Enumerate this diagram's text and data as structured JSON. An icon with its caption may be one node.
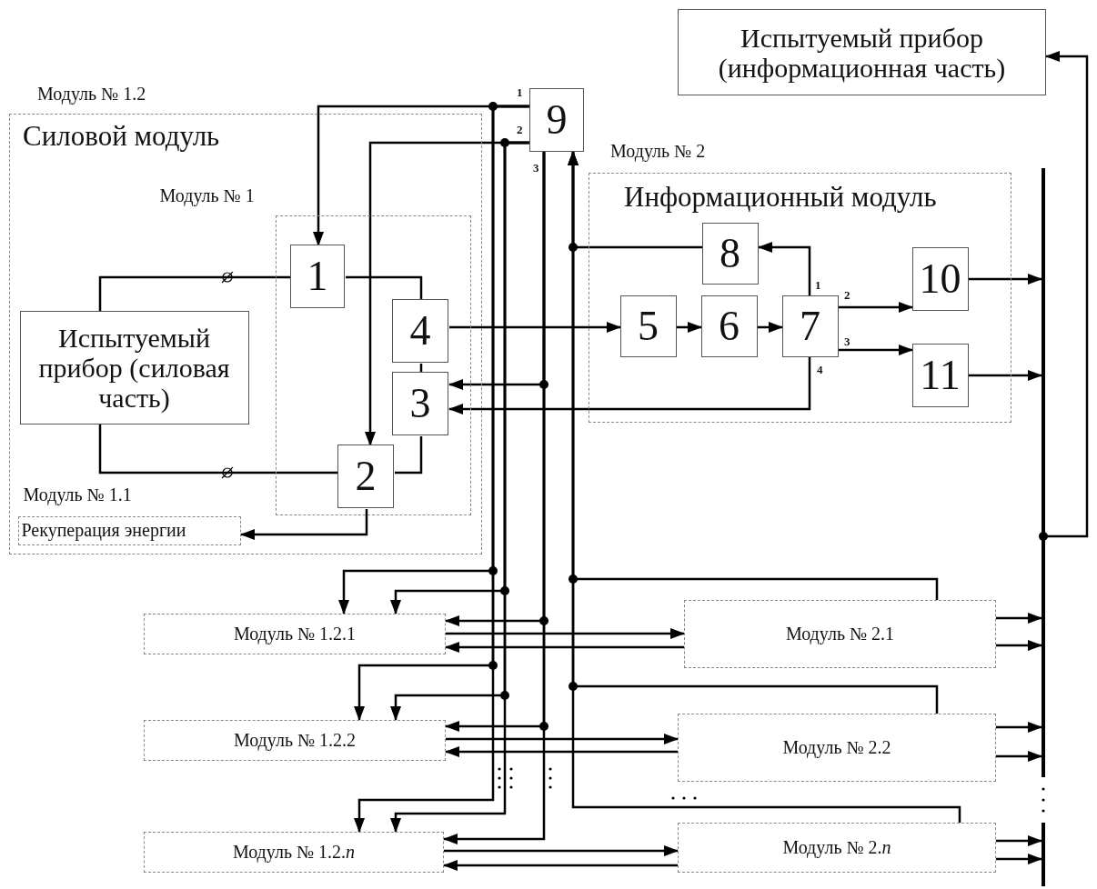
{
  "diagram": {
    "nodes": [
      {
        "text": [
          "Испытуемый прибор (информационная часть)"
        ]
      },
      {
        "text": [
          "Модуль № 1.2",
          "Силовой модуль"
        ]
      },
      {
        "text": [
          "Модуль № 1"
        ],
        "in": 1
      },
      {
        "text": [
          "1"
        ],
        "in": 2
      },
      {
        "text": [
          "4"
        ],
        "in": 2
      },
      {
        "text": [
          "3"
        ],
        "in": 2
      },
      {
        "text": [
          "2"
        ],
        "in": 2
      },
      {
        "text": [
          "Испытуемый прибор (силовая часть)"
        ],
        "in": 1
      },
      {
        "text": [
          "Модуль № 1.1",
          "Рекуперация энергии"
        ],
        "in": 1
      },
      {
        "text": [
          "9"
        ]
      },
      {
        "text": [
          "Модуль № 2",
          "Информационный модуль"
        ]
      },
      {
        "text": [
          "8"
        ],
        "in": 10
      },
      {
        "text": [
          "5"
        ],
        "in": 10
      },
      {
        "text": [
          "6"
        ],
        "in": 10
      },
      {
        "text": [
          "7"
        ],
        "in": 10
      },
      {
        "text": [
          "10"
        ],
        "in": 10
      },
      {
        "text": [
          "11"
        ],
        "in": 10
      },
      {
        "text": [],
        "shape": "bar"
      },
      {
        "text": [
          "Модуль № 1.2.1"
        ]
      },
      {
        "text": [
          "Модуль № 2.1"
        ]
      },
      {
        "text": [
          "Модуль № 1.2.2"
        ]
      },
      {
        "text": [
          "Модуль № 2.2"
        ]
      },
      {
        "text": [
          "Модуль № 1.2.*n*"
        ]
      },
      {
        "text": [
          "Модуль № 2.*n*"
        ]
      }
    ],
    "edges": [
      {
        "from": 9,
        "to": 3,
        "arrow": "to"
      },
      {
        "from": 9,
        "to": 6,
        "arrow": "to"
      },
      {
        "from": 7,
        "to": 3,
        "arrow": "none"
      },
      {
        "from": 7,
        "to": 6,
        "arrow": "none"
      },
      {
        "from": 3,
        "to": 4,
        "arrow": "none"
      },
      {
        "from": 4,
        "to": 5,
        "arrow": "none"
      },
      {
        "from": 5,
        "to": 6,
        "arrow": "none"
      },
      {
        "from": 6,
        "to": 8,
        "arrow": "to"
      },
      {
        "from": 4,
        "to": 12,
        "arrow": "to"
      },
      {
        "from": 9,
        "to": 5,
        "arrow": "to"
      },
      {
        "from": 14,
        "to": 5,
        "arrow": "to"
      },
      {
        "from": 12,
        "to": 13,
        "arrow": "to"
      },
      {
        "from": 13,
        "to": 14,
        "arrow": "to"
      },
      {
        "from": 14,
        "to": 11,
        "arrow": "to"
      },
      {
        "from": 14,
        "to": 15,
        "arrow": "to"
      },
      {
        "from": 14,
        "to": 16,
        "arrow": "to"
      },
      {
        "from": 11,
        "to": 9,
        "arrow": "to"
      },
      {
        "from": 15,
        "to": 17,
        "arrow": "to"
      },
      {
        "from": 16,
        "to": 17,
        "arrow": "to"
      },
      {
        "from": 17,
        "to": 0,
        "arrow": "to"
      },
      {
        "from": 9,
        "to": 18,
        "arrow": "to"
      },
      {
        "from": 9,
        "to": 18,
        "arrow": "to"
      },
      {
        "from": 9,
        "to": 18,
        "arrow": "to"
      },
      {
        "from": 18,
        "to": 19,
        "arrow": "to"
      },
      {
        "from": 19,
        "to": 18,
        "arrow": "to"
      },
      {
        "from": 19,
        "to": 9,
        "arrow": "to"
      },
      {
        "from": 19,
        "to": 17,
        "arrow": "to"
      },
      {
        "from": 19,
        "to": 17,
        "arrow": "to"
      },
      {
        "from": 9,
        "to": 20,
        "arrow": "to"
      },
      {
        "from": 9,
        "to": 20,
        "arrow": "to"
      },
      {
        "from": 9,
        "to": 20,
        "arrow": "to"
      },
      {
        "from": 20,
        "to": 21,
        "arrow": "to"
      },
      {
        "from": 21,
        "to": 20,
        "arrow": "to"
      },
      {
        "from": 21,
        "to": 9,
        "arrow": "to"
      },
      {
        "from": 21,
        "to": 17,
        "arrow": "to"
      },
      {
        "from": 21,
        "to": 17,
        "arrow": "to"
      },
      {
        "from": 9,
        "to": 22,
        "arrow": "to"
      },
      {
        "from": 9,
        "to": 22,
        "arrow": "to"
      },
      {
        "from": 9,
        "to": 22,
        "arrow": "to"
      },
      {
        "from": 22,
        "to": 23,
        "arrow": "to"
      },
      {
        "from": 23,
        "to": 22,
        "arrow": "to"
      },
      {
        "from": 23,
        "to": 9,
        "arrow": "to"
      },
      {
        "from": 23,
        "to": 17,
        "arrow": "to"
      },
      {
        "from": 23,
        "to": 17,
        "arrow": "to"
      }
    ],
    "labels": [
      "1",
      "2",
      "3",
      "1",
      "2",
      "3",
      "4"
    ]
  }
}
